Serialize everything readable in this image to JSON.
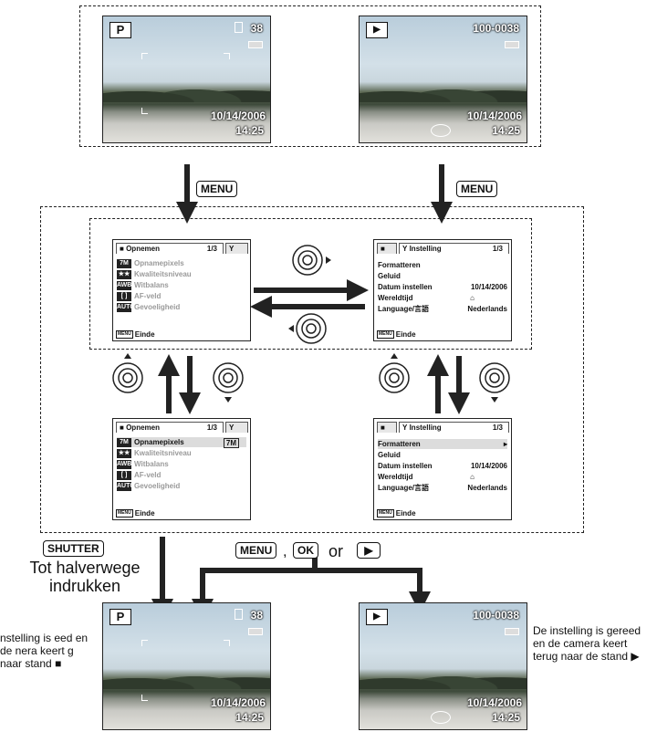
{
  "top_left": {
    "mode": "P",
    "count": "38",
    "date": "10/14/2006",
    "time": "14:25"
  },
  "top_right": {
    "file": "100-0038",
    "date": "10/14/2006",
    "time": "14:25"
  },
  "buttons": {
    "menu": "MENU",
    "shutter": "SHUTTER",
    "ok": "OK",
    "or": "or",
    "comma": ","
  },
  "rec_menu": {
    "tab_title": "Opnemen",
    "page": "1/3",
    "items": [
      "Opnamepixels",
      "Kwaliteitsniveau",
      "Witbalans",
      "AF-veld",
      "Gevoeligheid"
    ],
    "icons": [
      "7M",
      "★★",
      "AWB",
      "[ ]",
      "AUTO"
    ],
    "selected_value": "7M",
    "footer": "Einde",
    "footer_badge": "MENU"
  },
  "setup_menu": {
    "tab_title": "Instelling",
    "page": "1/3",
    "items": [
      "Formatteren",
      "Geluid",
      "Datum instellen",
      "Wereldtijd",
      "Language/言語"
    ],
    "values": [
      "",
      "",
      "10/14/2006",
      "⌂",
      "Nederlands"
    ],
    "footer": "Einde",
    "footer_badge": "MENU"
  },
  "half_press_text": "Tot halverwege indrukken",
  "left_note": "nstelling is eed en de nera keert g naar stand",
  "right_note": "De instelling is gereed en de camera keert terug naar de stand",
  "bottom_left": {
    "mode": "P",
    "count": "38",
    "date": "10/14/2006",
    "time": "14:25"
  },
  "bottom_right": {
    "file": "100-0038",
    "date": "10/14/2006",
    "time": "14:25"
  }
}
